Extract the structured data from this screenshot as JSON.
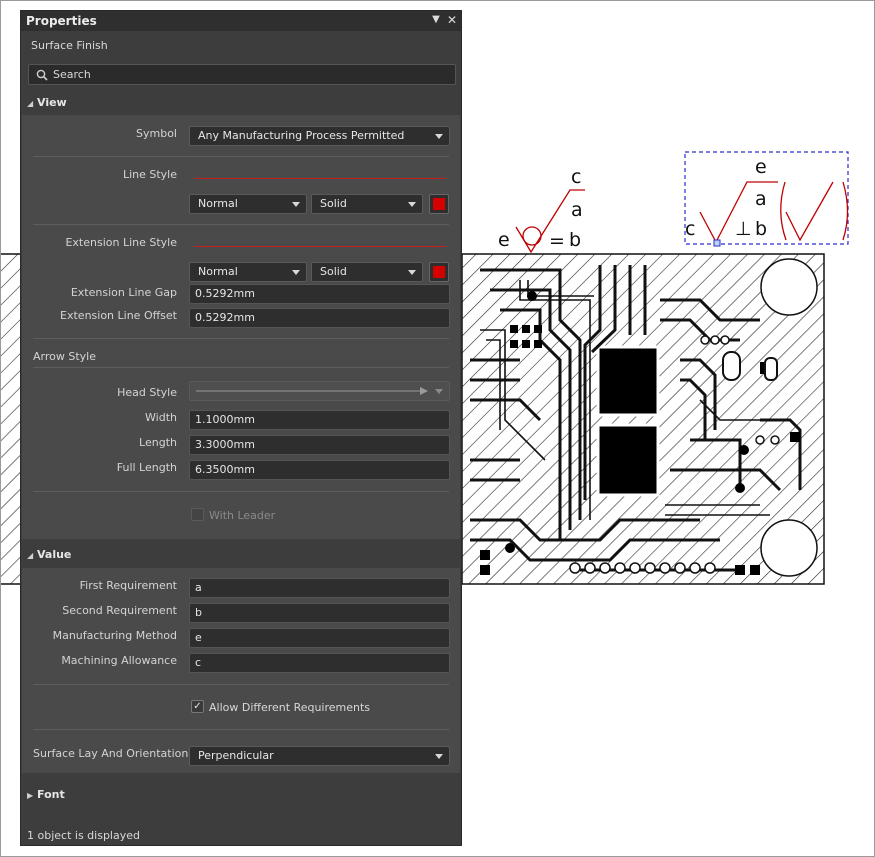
{
  "panel": {
    "title": "Properties",
    "subtitle": "Surface Finish",
    "search_placeholder": "Search",
    "status": "1 object is displayed"
  },
  "view": {
    "header": "View",
    "symbol_label": "Symbol",
    "symbol_value": "Any Manufacturing Process Permitted",
    "line_style_label": "Line Style",
    "line_width": "Normal",
    "line_type": "Solid",
    "ext_line_style_label": "Extension Line Style",
    "ext_line_width": "Normal",
    "ext_line_type": "Solid",
    "ext_gap_label": "Extension Line Gap",
    "ext_gap_value": "0.5292mm",
    "ext_offset_label": "Extension Line Offset",
    "ext_offset_value": "0.5292mm",
    "line_color": "#d50000"
  },
  "arrow": {
    "header": "Arrow Style",
    "head_label": "Head Style",
    "width_label": "Width",
    "width_value": "1.1000mm",
    "length_label": "Length",
    "length_value": "3.3000mm",
    "full_length_label": "Full Length",
    "full_length_value": "6.3500mm",
    "with_leader": "With Leader"
  },
  "value": {
    "header": "Value",
    "first_label": "First Requirement",
    "first_value": "a",
    "second_label": "Second Requirement",
    "second_value": "b",
    "method_label": "Manufacturing Method",
    "method_value": "e",
    "allowance_label": "Machining Allowance",
    "allowance_value": "c",
    "allow_diff": "Allow Different Requirements",
    "lay_label": "Surface Lay And Orientation",
    "lay_value": "Perpendicular"
  },
  "font": {
    "header": "Font"
  },
  "symbols": {
    "left": {
      "c": "c",
      "a": "a",
      "e": "e",
      "lay": "=",
      "b": "b"
    },
    "right": {
      "e": "e",
      "a": "a",
      "c": "c",
      "lay": "⊥",
      "b": "b"
    }
  },
  "icons": {
    "pin": "triangle-down-icon",
    "close": "close-icon",
    "search": "search-icon"
  }
}
